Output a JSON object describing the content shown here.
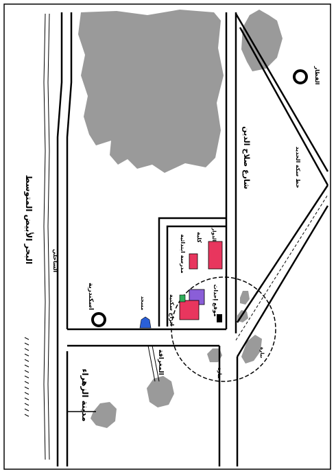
{
  "labels": {
    "sea": "البحر الأبيض المتوسط",
    "coastal_road": "الساحلي",
    "salah_eldin_st": "شارع صلاح الدين",
    "train_station": "القطار",
    "eskandariya_roundabout": "اسكندرية",
    "mosque": "مسجد",
    "residential_towers": "ابراج سكنية",
    "site": "موقع إحداث",
    "primary_school": "مدرسة ابتدائية",
    "college": "كلية",
    "district": "الدوار",
    "zahraa_city": "مدينة الزهراء",
    "mughraqa": "المغراقة",
    "orchard_a": "بيارة",
    "orchard_b": "بيارة",
    "railway": "خط سكة الحديد"
  },
  "colors": {
    "vegetation": "#9a9a9a",
    "road": "#000000",
    "building_red": "#e8365e",
    "building_purple": "#8a5ed8",
    "building_green": "#2fae5a",
    "mosque_blue": "#2a5fd8"
  }
}
